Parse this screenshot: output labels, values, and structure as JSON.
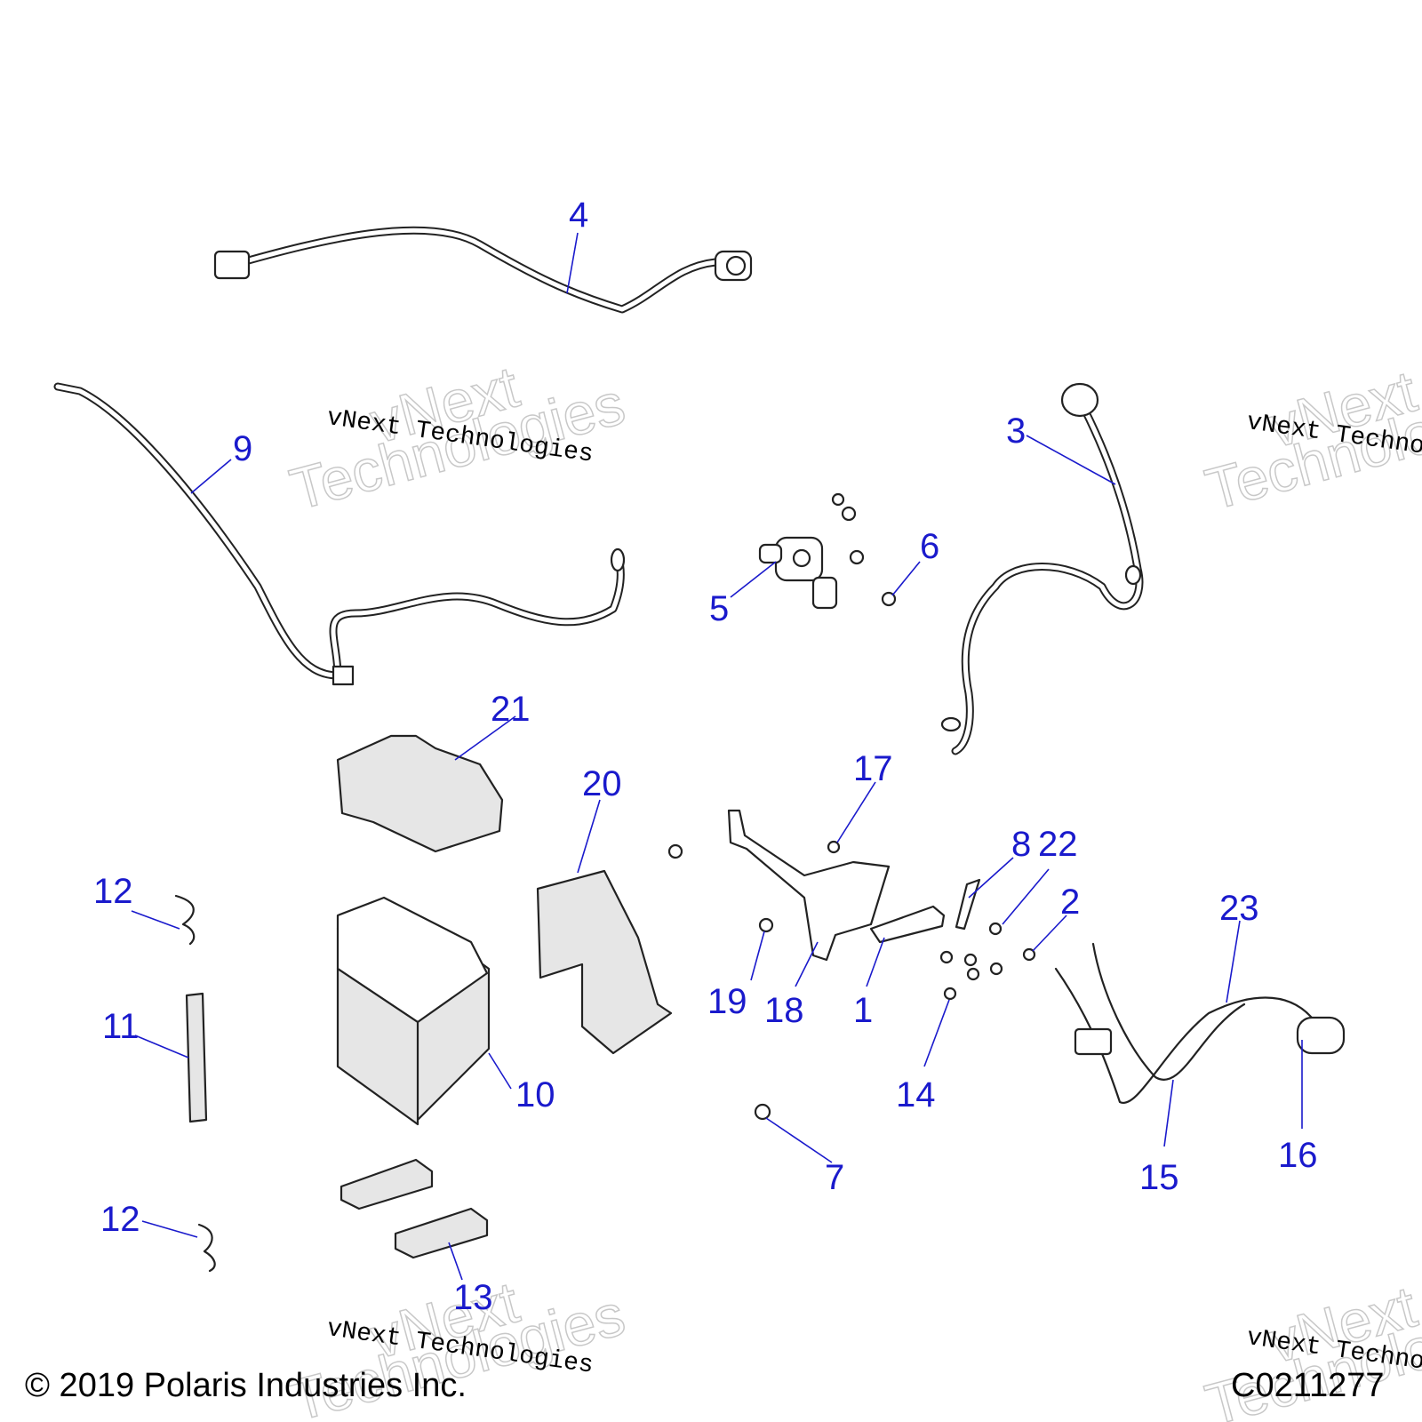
{
  "callouts": {
    "c1": "1",
    "c2": "2",
    "c3": "3",
    "c4": "4",
    "c5": "5",
    "c6": "6",
    "c7": "7",
    "c8": "8",
    "c9": "9",
    "c10": "10",
    "c11": "11",
    "c12a": "12",
    "c12b": "12",
    "c13": "13",
    "c14": "14",
    "c15": "15",
    "c16": "16",
    "c17": "17",
    "c18": "18",
    "c19": "19",
    "c20": "20",
    "c21": "21",
    "c22": "22",
    "c23": "23"
  },
  "watermark": {
    "small": "vNext Technologies",
    "big_line1": "vNext",
    "big_line2": "Technologies"
  },
  "footer": {
    "copyright": "© 2019 Polaris Industries Inc.",
    "code": "C0211277"
  },
  "colors": {
    "callout": "#1a1acc",
    "line_art": "#222222",
    "background": "#ffffff"
  }
}
